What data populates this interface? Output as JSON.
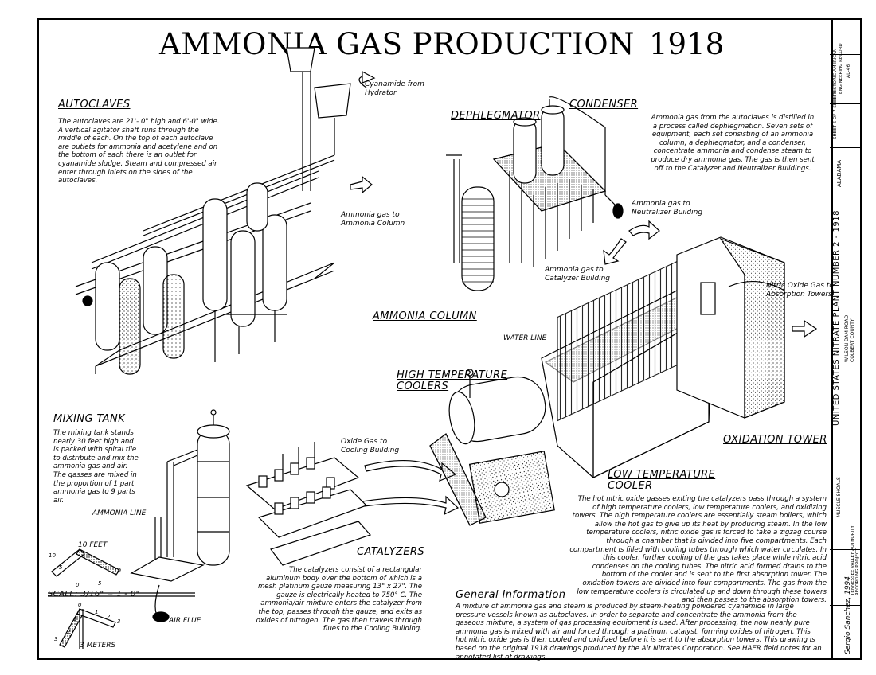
{
  "header": {
    "title": "AMMONIA GAS PRODUCTION",
    "year": "1918"
  },
  "sections": {
    "autoclaves": {
      "heading": "AUTOCLAVES",
      "body": "The autoclaves are 21'- 0\" high and 6'-0\" wide. A vertical agitator shaft runs through the middle of each. On the top of each autoclave are outlets for ammonia and acetylene and on the bottom of each there is an outlet for cyanamide sludge. Steam and compressed air enter through inlets on the sides of the autoclaves."
    },
    "dephlegmator": {
      "heading": "DEPHLEGMATOR"
    },
    "condenser": {
      "heading": "CONDENSER",
      "body": "Ammonia gas from the autoclaves is distilled in a process called dephlegmation. Seven sets of equipment, each set consisting of an ammonia column, a dephlegmator, and a condenser, concentrate ammonia and condense steam to produce dry ammonia gas. The gas is then sent off to the Catalyzer and Neutralizer Buildings."
    },
    "ammonia_column": {
      "heading": "AMMONIA COLUMN"
    },
    "high_temp_coolers": {
      "heading_line1": "HIGH TEMPERATURE",
      "heading_line2": "COOLERS"
    },
    "mixing_tank": {
      "heading": "MIXING TANK",
      "body": "The mixing tank stands nearly 30 feet high and is packed with spiral tile to distribute and mix the ammonia gas and air. The gasses are mixed in the proportion of 1 part ammonia gas to 9 parts air."
    },
    "catalyzers": {
      "heading": "CATALYZERS",
      "body": "The catalyzers consist of a rectangular aluminum body over the bottom of which is a mesh platinum gauze measuring 13\" x 27\". The gauze is electrically heated to 750° C. The ammonia/air mixture enters the catalyzer from the top, passes through the gauze, and exits as oxides of nitrogen. The gas then travels through flues to the Cooling Building."
    },
    "oxidation_tower": {
      "heading": "OXIDATION TOWER"
    },
    "low_temp_cooler": {
      "heading_line1": "LOW TEMPERATURE",
      "heading_line2": "COOLER",
      "body": "The hot nitric oxide gasses exiting the catalyzers pass through a system of high temperature coolers, low temperature coolers, and oxidizing towers. The high temperature coolers are essentially steam boilers, which allow the hot gas to give up its heat by producing steam. In the low temperature coolers, nitric oxide gas is forced to take a zigzag course through a chamber that is divided into five compartments. Each compartment is filled with cooling tubes through which water circulates. In this cooler, further cooling of the gas takes place while nitric acid condenses on the cooling tubes. The nitric acid formed drains to the bottom of the cooler and is sent to the first absorption tower. The oxidation towers are divided into four compartments. The gas from the low temperature coolers is circulated up and down through these towers and then passes to the absorption towers."
    },
    "general": {
      "heading": "General Information",
      "body": "A mixture of ammonia gas and steam is produced by steam-heating powdered cyanamide in large pressure vessels known as autoclaves. In order to separate and concentrate the ammonia from the gaseous mixture, a system of gas processing equipment is used. After processing, the now nearly pure ammonia gas is mixed with air and forced through a platinum catalyst, forming oxides of nitrogen. This hot nitric oxide gas is then cooled and oxidized before it is sent to the absorption towers. This drawing is based on the original 1918 drawings produced by the Air Nitrates Corporation. See HAER field notes for an annotated list of drawings."
    }
  },
  "labels": {
    "cyanamide_line1": "Cyanamide from",
    "cyanamide_line2": "Hydrator",
    "to_column_line1": "Ammonia gas to",
    "to_column_line2": "Ammonia Column",
    "to_neutralizer_line1": "Ammonia gas to",
    "to_neutralizer_line2": "Neutralizer Building",
    "to_catalyzer_line1": "Ammonia gas to",
    "to_catalyzer_line2": "Catalyzer Building",
    "nitric_line1": "Nitric Oxide Gas to",
    "nitric_line2": "Absorption Towers",
    "water_line": "WATER LINE",
    "oxide_line1": "Oxide Gas to",
    "oxide_line2": "Cooling Building",
    "ammonia_line": "AMMONIA LINE",
    "air_flue": "AIR FLUE"
  },
  "scale": {
    "feet_label": "10 FEET",
    "scale_label": "SCALE: 3/16\" = 1'- 0\"",
    "meters_label": "3 METERS",
    "feet_ticks": [
      "10",
      "5",
      "0",
      "5",
      "10"
    ],
    "meter_ticks": [
      "0",
      "1",
      "2",
      "3",
      "1",
      "2",
      "3"
    ]
  },
  "title_block": {
    "project_title": "UNITED STATES NITRATE PLANT NUMBER 2 - 1918",
    "location_line1": "WILSON DAM ROAD",
    "location_line2": "COLBERT COUNTY",
    "state": "ALABAMA",
    "region": "MUSCLE SHOALS",
    "record_line1": "HISTORIC AMERICAN",
    "record_line2": "ENGINEERING RECORD",
    "record_number": "AL-46",
    "sheet": "SHEET 6 OF 7 SHEETS",
    "delineator": "Sergio Sanchez, 1994",
    "sponsor_line1": "TENNESSEE VALLEY AUTHORITY",
    "sponsor_line2": "RECORDING PROJECT"
  }
}
